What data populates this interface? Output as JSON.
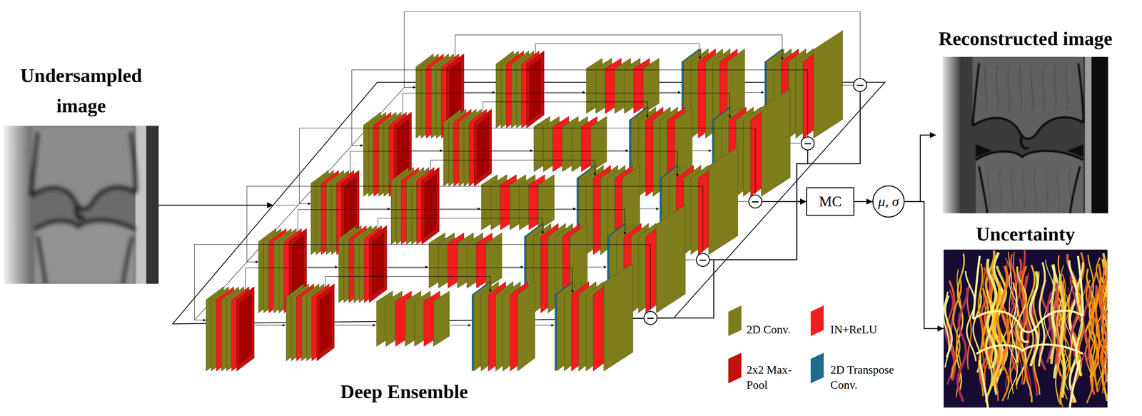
{
  "diagram": {
    "nodes": [
      {
        "text": [
          "Undersampled image"
        ]
      },
      {
        "text": [
          "Deep Ensemble"
        ]
      },
      {
        "text": [
          "−"
        ]
      },
      {
        "text": [
          "−"
        ]
      },
      {
        "text": [
          "−"
        ]
      },
      {
        "text": [
          "−"
        ]
      },
      {
        "text": [
          "−"
        ]
      },
      {
        "text": [
          "MC"
        ]
      },
      {
        "text": [
          "μ, σ"
        ]
      },
      {
        "text": [
          "Reconstructed image"
        ]
      },
      {
        "text": [
          "Uncertainty"
        ]
      }
    ],
    "edges": [
      {
        "from": 0,
        "to": 1,
        "arrow": "to"
      },
      {
        "from": 2,
        "to": 7,
        "arrow": "to"
      },
      {
        "from": 3,
        "to": 7,
        "arrow": "to"
      },
      {
        "from": 4,
        "to": 7,
        "arrow": "to"
      },
      {
        "from": 5,
        "to": 7,
        "arrow": "to"
      },
      {
        "from": 6,
        "to": 7,
        "arrow": "to"
      },
      {
        "from": 7,
        "to": 8,
        "arrow": "to"
      },
      {
        "from": 8,
        "to": 9,
        "arrow": "to"
      },
      {
        "from": 8,
        "to": 10,
        "arrow": "to"
      }
    ],
    "legend": [
      {
        "text": "2D Conv.",
        "color": "#7d7d1c"
      },
      {
        "text": "IN+ReLU",
        "color": "#f21d1d"
      },
      {
        "text": "2x2 Max-Pool",
        "color": "#c21010"
      },
      {
        "text": "2D Transpose Conv.",
        "color": "#1e6b8c"
      }
    ]
  }
}
